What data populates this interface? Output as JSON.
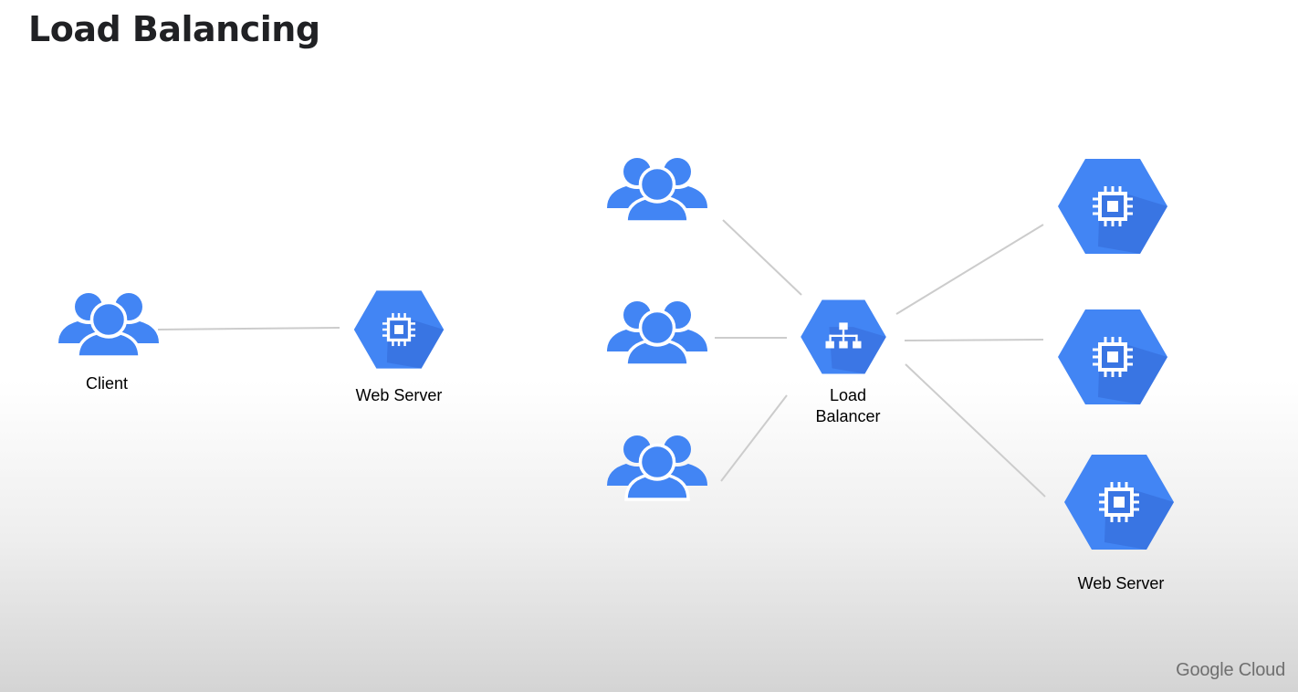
{
  "slide": {
    "title": "Load Balancing"
  },
  "labels": {
    "client": "Client",
    "web_server_single": "Web Server",
    "load_balancer": "Load\nBalancer",
    "web_server_pool": "Web Server"
  },
  "branding": {
    "name": "Google Cloud"
  },
  "colors": {
    "icon_blue": "#4285F4",
    "icon_shadow": "#3367D6",
    "connector": "#cccccc"
  },
  "icons": {
    "users": "users-group-icon",
    "compute": "compute-engine-icon",
    "load_balancer": "load-balancer-icon"
  }
}
